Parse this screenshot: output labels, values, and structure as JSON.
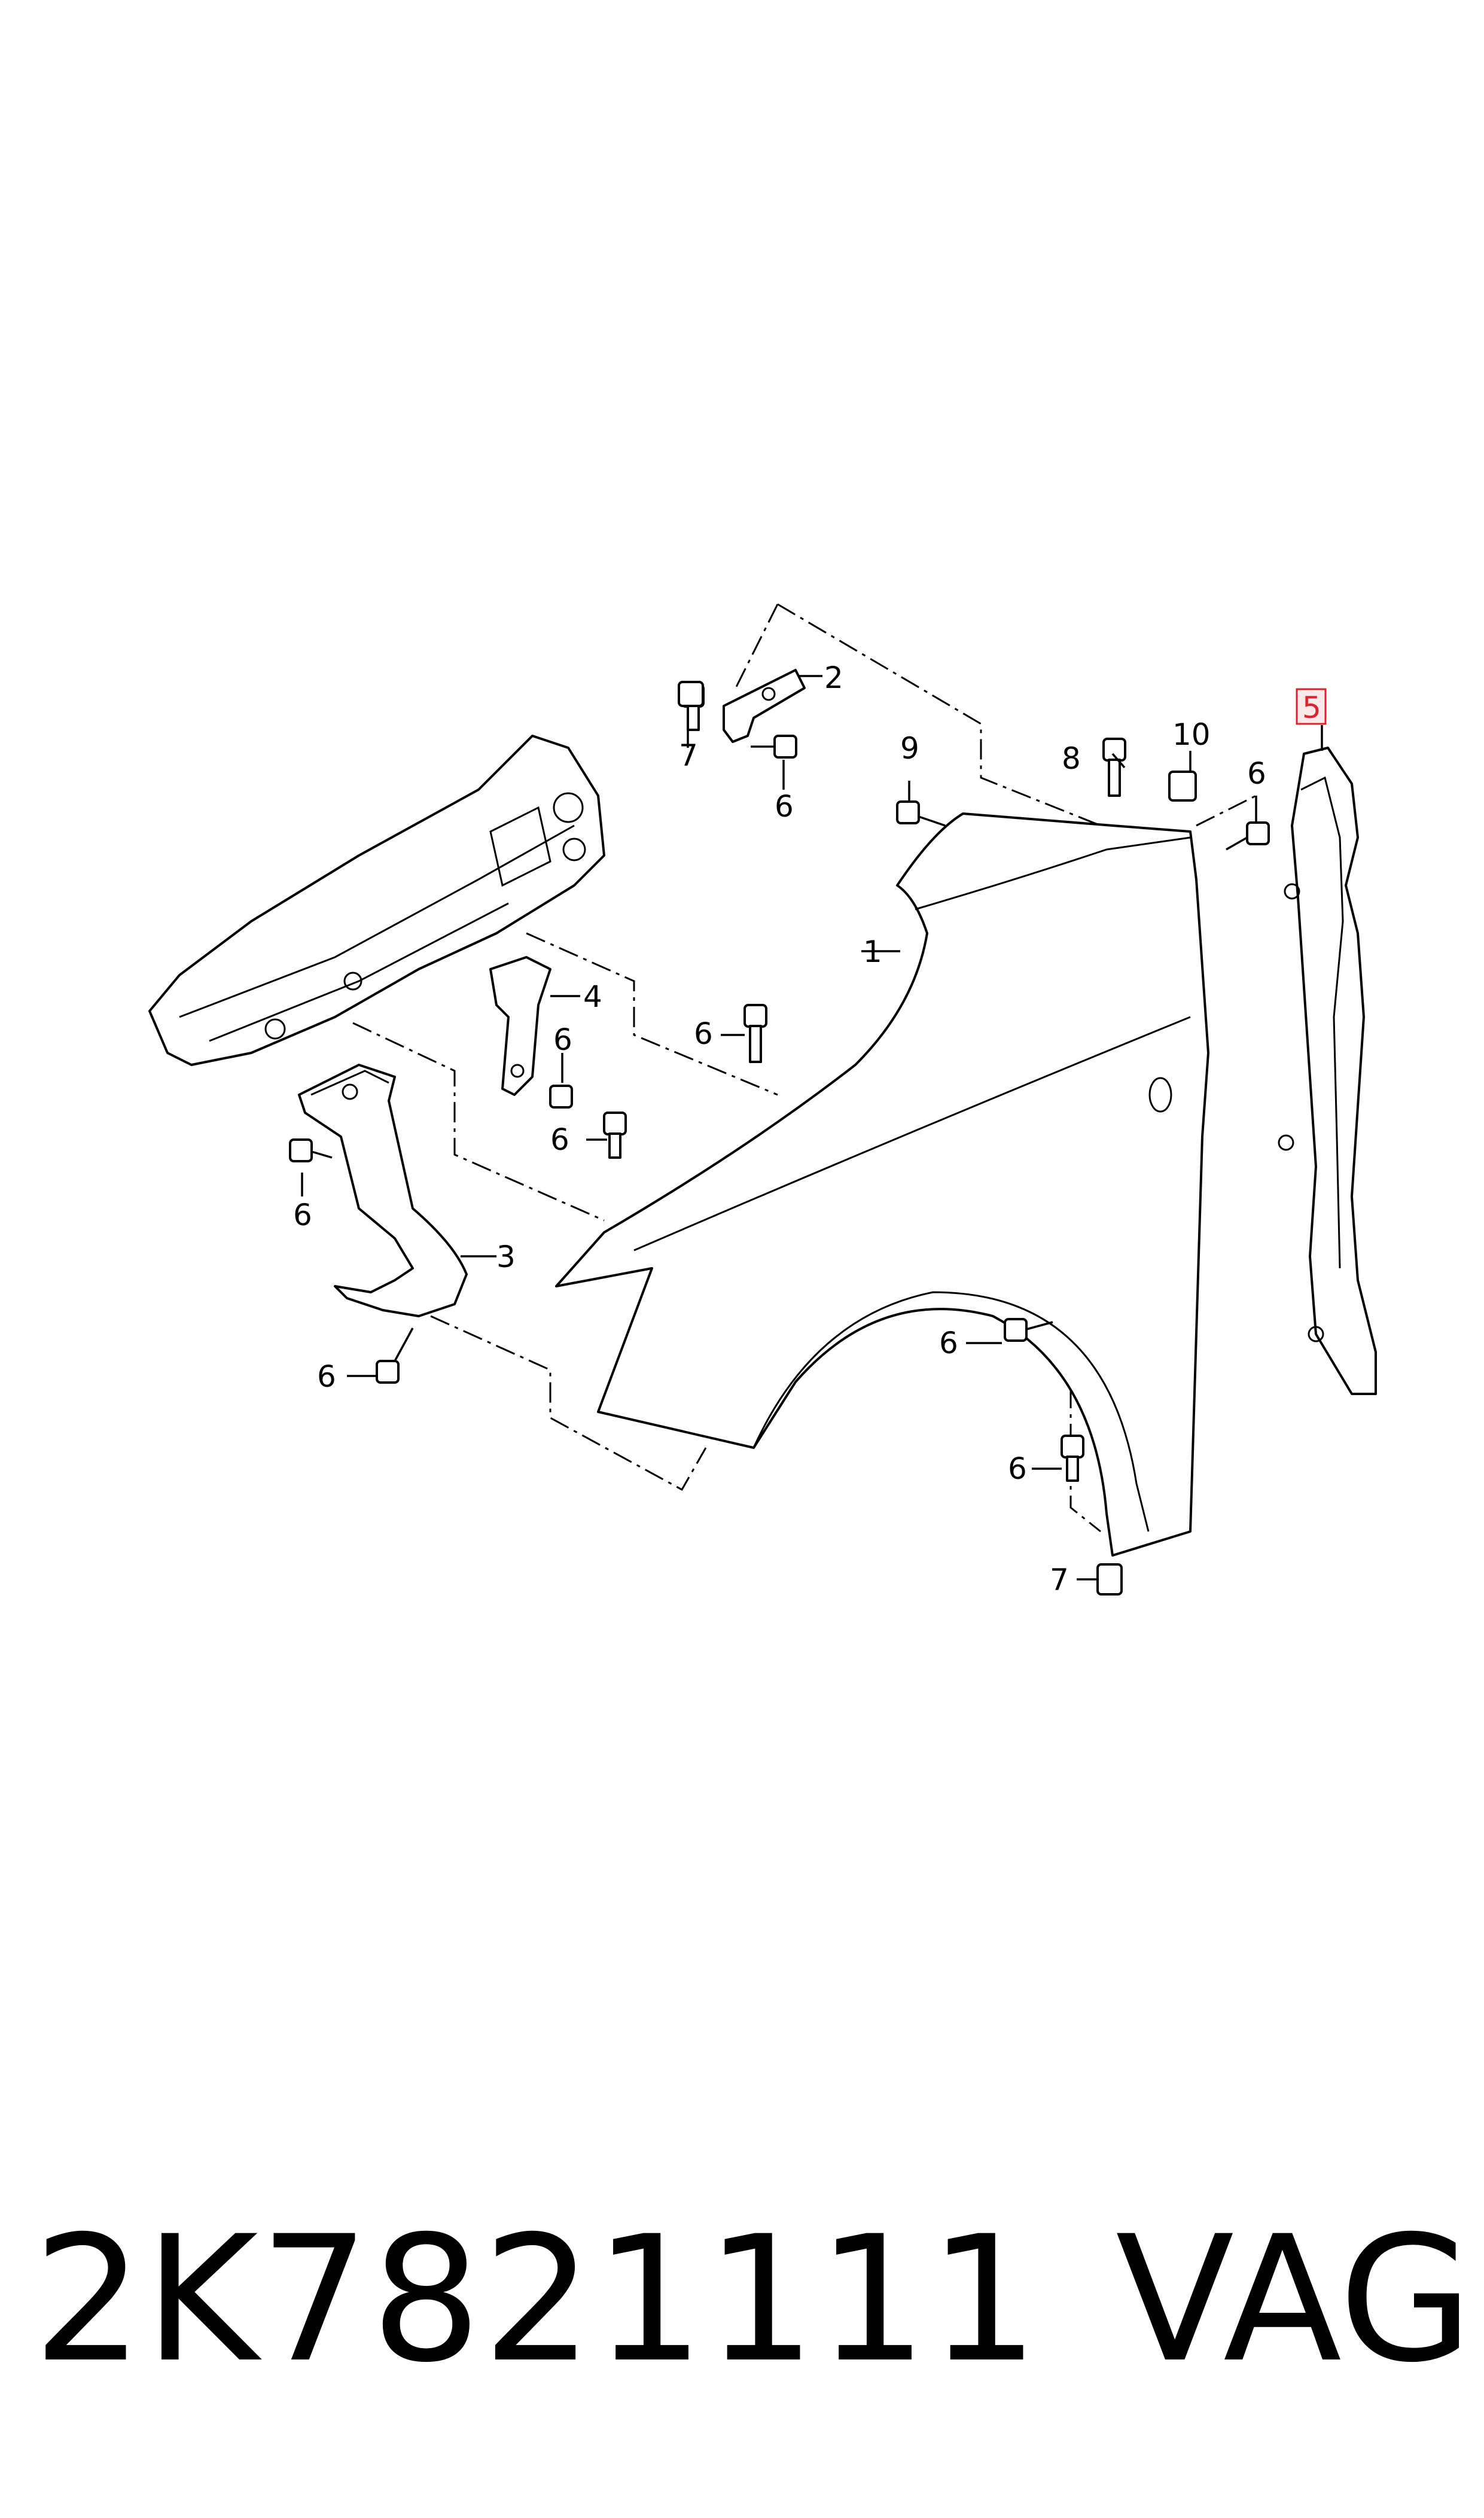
{
  "diagram": {
    "callouts": {
      "c1": "1",
      "c2": "2",
      "c3": "3",
      "c4": "4",
      "c5": "5",
      "c6a": "6",
      "c6b": "6",
      "c6c": "6",
      "c6d": "6",
      "c6e": "6",
      "c6f": "6",
      "c6g": "6",
      "c6h": "6",
      "c6i": "6",
      "c7a": "7",
      "c7b": "7",
      "c8": "8",
      "c9": "9",
      "c10": "10"
    },
    "highlighted_callout": "5",
    "highlight_color": "#d9232e"
  },
  "footer": {
    "part_number": "2K7821111",
    "brand": "VAG"
  }
}
